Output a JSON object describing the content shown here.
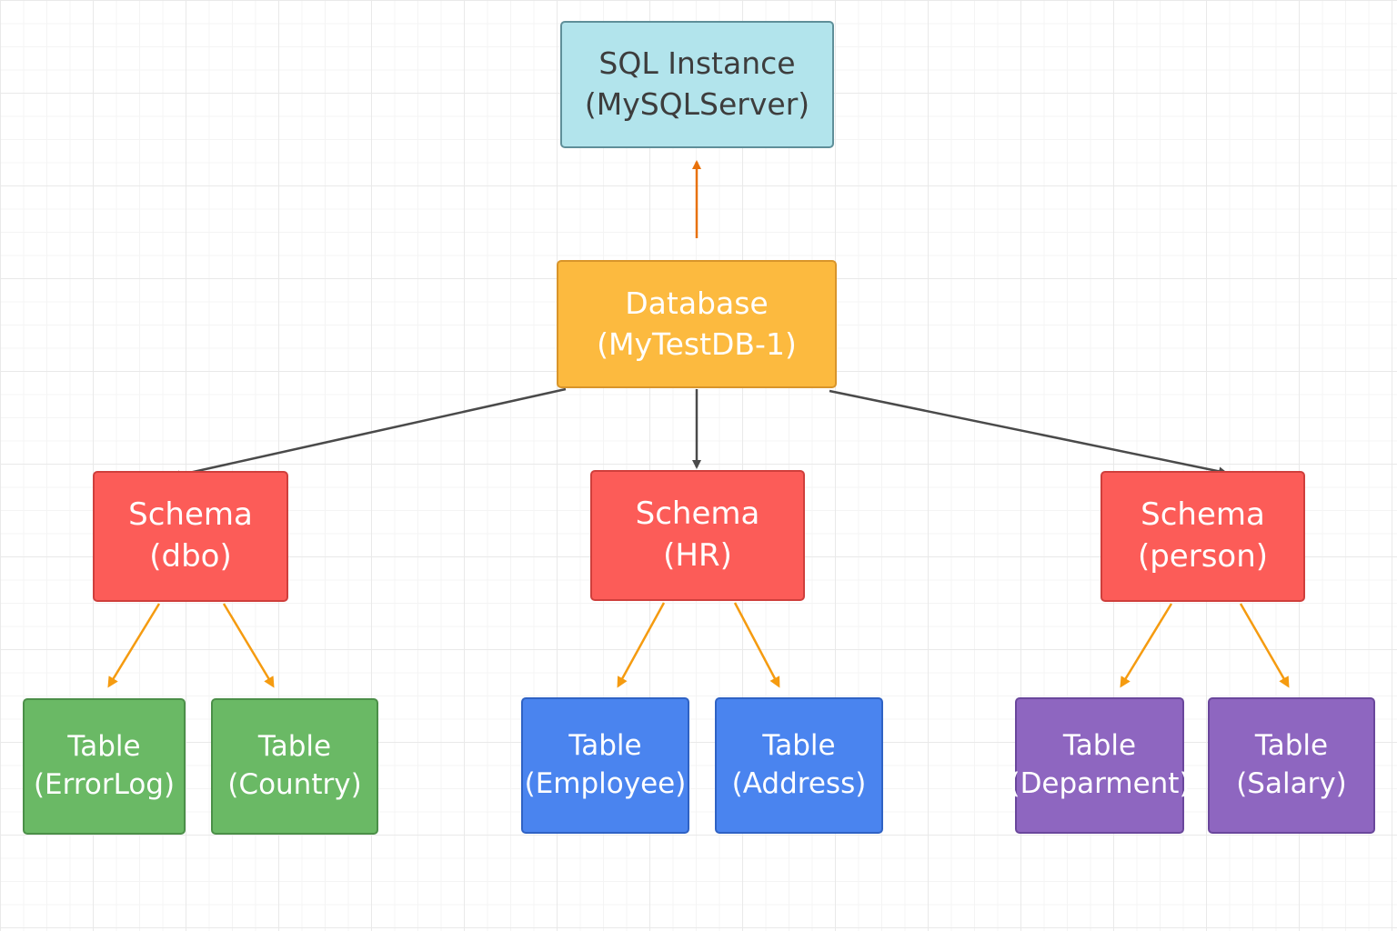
{
  "nodes": {
    "instance": {
      "line1": "SQL Instance",
      "line2": "(MySQLServer)"
    },
    "database": {
      "line1": "Database",
      "line2": "(MyTestDB-1)"
    },
    "schemas": [
      {
        "line1": "Schema",
        "line2": "(dbo)"
      },
      {
        "line1": "Schema",
        "line2": "(HR)"
      },
      {
        "line1": "Schema",
        "line2": "(person)"
      }
    ],
    "tables": [
      {
        "line1": "Table",
        "line2": "(ErrorLog)",
        "color": "#6ab965"
      },
      {
        "line1": "Table",
        "line2": "(Country)",
        "color": "#6ab965"
      },
      {
        "line1": "Table",
        "line2": "(Employee)",
        "color": "#4a84ef"
      },
      {
        "line1": "Table",
        "line2": "(Address)",
        "color": "#4a84ef"
      },
      {
        "line1": "Table",
        "line2": "(Deparment)",
        "color": "#8e66c0"
      },
      {
        "line1": "Table",
        "line2": "(Salary)",
        "color": "#8e66c0"
      }
    ]
  },
  "edges": [
    {
      "from": "database",
      "to": "instance",
      "color": "#e8710a"
    },
    {
      "from": "database",
      "to": "schema-dbo",
      "color": "#4a4a4a"
    },
    {
      "from": "database",
      "to": "schema-hr",
      "color": "#4a4a4a"
    },
    {
      "from": "database",
      "to": "schema-person",
      "color": "#4a4a4a"
    },
    {
      "from": "schema-dbo",
      "to": "table-errorlog",
      "color": "#f59b10"
    },
    {
      "from": "schema-dbo",
      "to": "table-country",
      "color": "#f59b10"
    },
    {
      "from": "schema-hr",
      "to": "table-employee",
      "color": "#f59b10"
    },
    {
      "from": "schema-hr",
      "to": "table-address",
      "color": "#f59b10"
    },
    {
      "from": "schema-person",
      "to": "table-department",
      "color": "#f59b10"
    },
    {
      "from": "schema-person",
      "to": "table-salary",
      "color": "#f59b10"
    }
  ]
}
